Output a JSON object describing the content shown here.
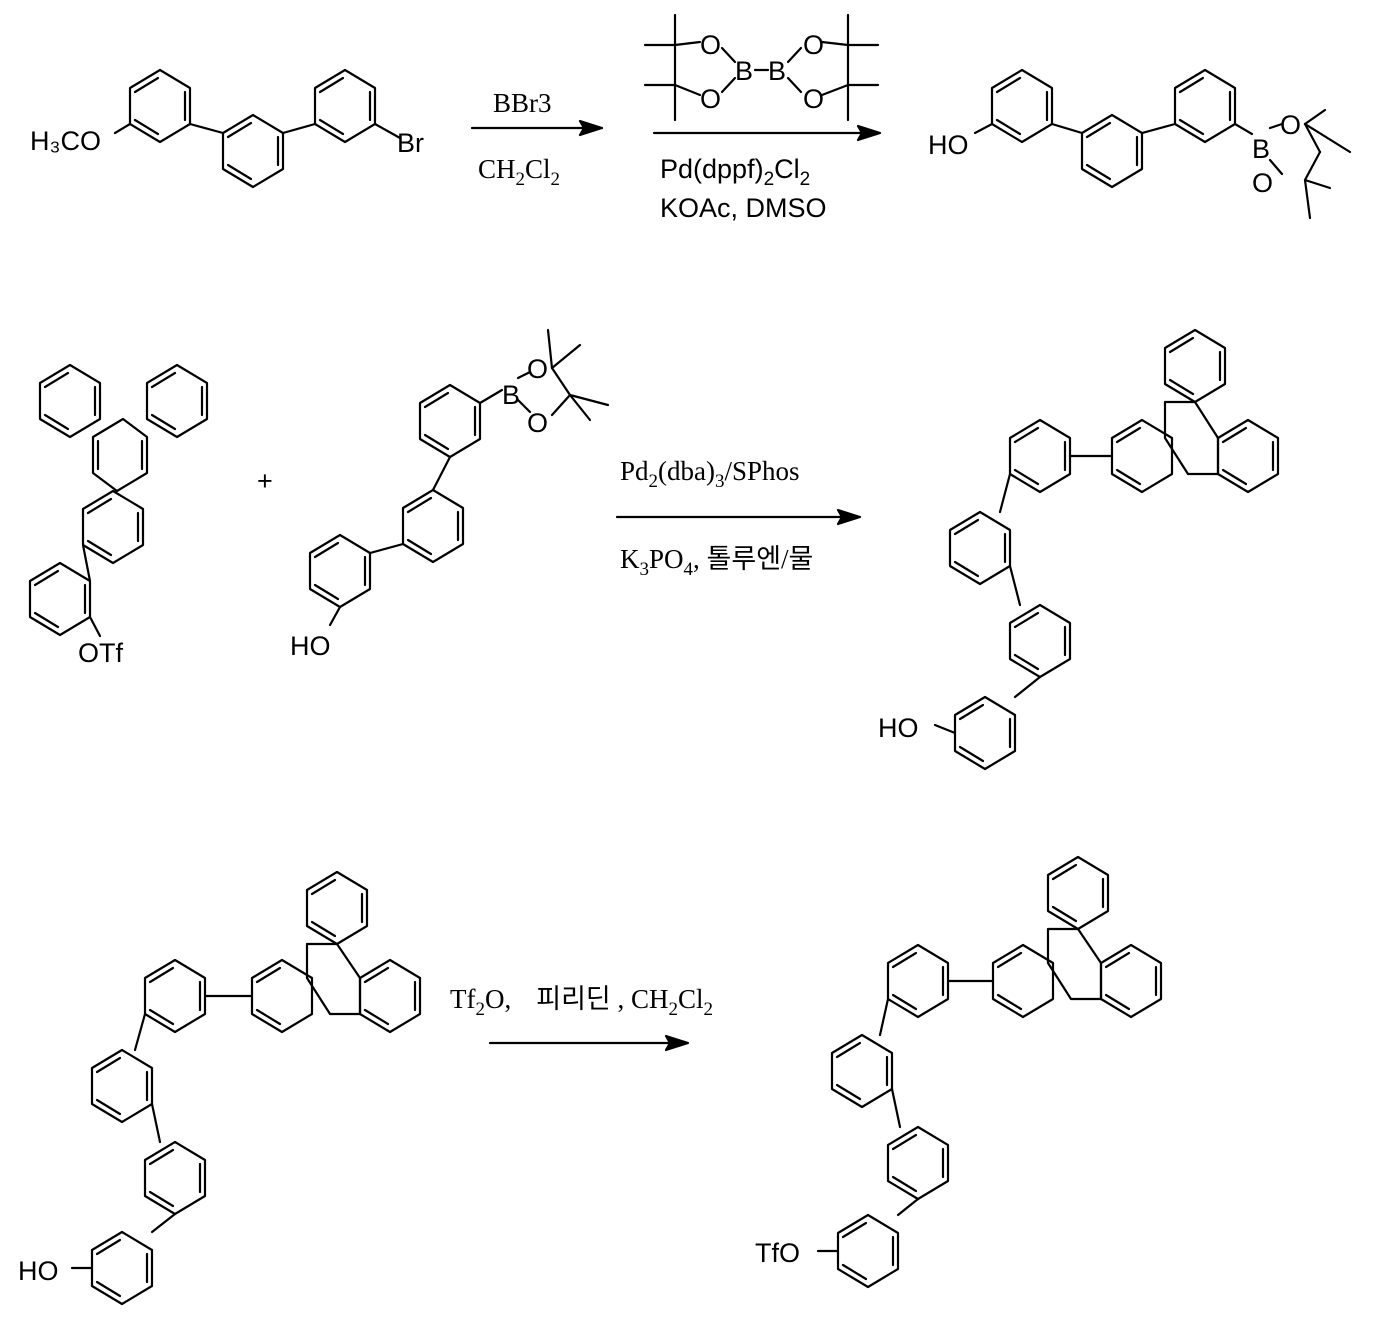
{
  "labels": {
    "methoxy": "H₃CO",
    "bromo": "Br",
    "hydroxy": "HO",
    "oxygen": "O",
    "boron": "B",
    "otf": "OTf",
    "tfo": "TfO",
    "plus": "+"
  },
  "step1": {
    "reagent_top": "BBr3",
    "reagent_bottom_parts": [
      "CH",
      "2",
      "Cl",
      "2"
    ]
  },
  "step2": {
    "catalyst_parts": [
      "Pd(dppf)",
      "2",
      "Cl",
      "2"
    ],
    "base_solvent": "KOAc, DMSO"
  },
  "step3": {
    "catalyst_parts": [
      "Pd",
      "2",
      "(dba)",
      "3",
      "/SPhos"
    ],
    "base_parts": [
      "K",
      "3",
      "PO",
      "4",
      ", 톨루엔/물"
    ]
  },
  "step4": {
    "reagent_parts": [
      "Tf",
      "2",
      "O,",
      "피리딘 , CH",
      "2",
      "Cl",
      "2"
    ]
  }
}
